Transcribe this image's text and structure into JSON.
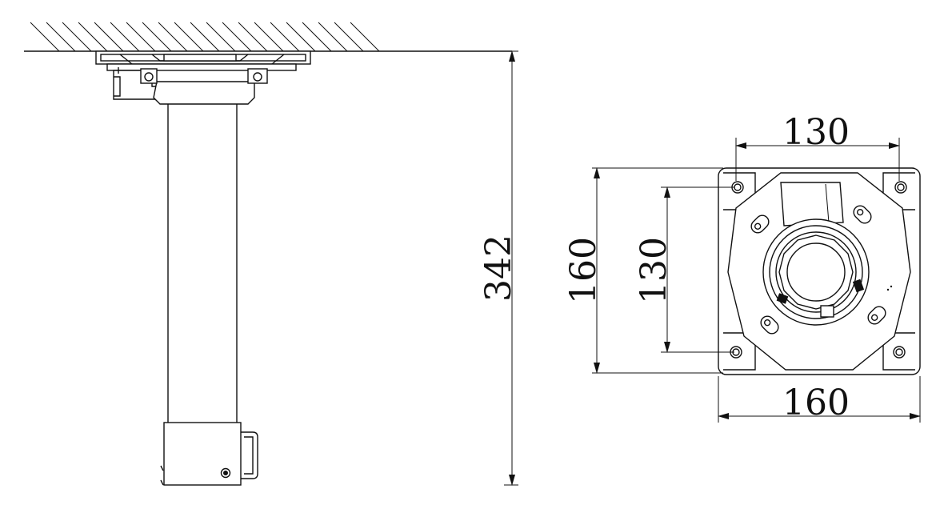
{
  "dimensions": {
    "side_height": "342",
    "top_hole_spacing_horizontal": "130",
    "plate_width": "160",
    "plate_height": "160",
    "hole_spacing_vertical": "130"
  }
}
